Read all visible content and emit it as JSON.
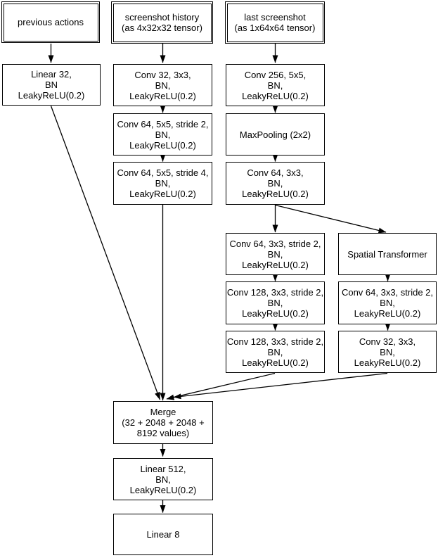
{
  "diagram": {
    "colors": {
      "line": "#000000",
      "background": "#ffffff",
      "text": "#000000"
    },
    "nodes": {
      "previous_actions": {
        "line1": "previous actions"
      },
      "screenshot_history": {
        "line1": "screenshot history",
        "line2": "(as 4x32x32 tensor)"
      },
      "last_screenshot": {
        "line1": "last screenshot",
        "line2": "(as 1x64x64 tensor)"
      },
      "linear_32": {
        "line1": "Linear 32,",
        "line2": "BN",
        "line3": "LeakyReLU(0.2)"
      },
      "conv_32_3x3": {
        "line1": "Conv 32, 3x3,",
        "line2": "BN,",
        "line3": "LeakyReLU(0.2)"
      },
      "conv_256_5x5": {
        "line1": "Conv 256, 5x5,",
        "line2": "BN,",
        "line3": "LeakyReLU(0.2)"
      },
      "conv_64_5x5_s2": {
        "line1": "Conv 64, 5x5, stride 2,",
        "line2": "BN,",
        "line3": "LeakyReLU(0.2)"
      },
      "maxpooling": {
        "line1": "MaxPooling (2x2)"
      },
      "conv_64_5x5_s4": {
        "line1": "Conv 64, 5x5, stride 4,",
        "line2": "BN,",
        "line3": "LeakyReLU(0.2)"
      },
      "conv_64_3x3": {
        "line1": "Conv 64, 3x3,",
        "line2": "BN,",
        "line3": "LeakyReLU(0.2)"
      },
      "conv_64_3x3_s2_left": {
        "line1": "Conv 64, 3x3, stride 2,",
        "line2": "BN,",
        "line3": "LeakyReLU(0.2)"
      },
      "spatial_transformer": {
        "line1": "Spatial Transformer"
      },
      "conv_128_3x3_s2_upper": {
        "line1": "Conv 128, 3x3, stride 2,",
        "line2": "BN,",
        "line3": "LeakyReLU(0.2)"
      },
      "conv_64_3x3_s2_right": {
        "line1": "Conv 64, 3x3, stride 2,",
        "line2": "BN,",
        "line3": "LeakyReLU(0.2)"
      },
      "conv_128_3x3_s2_lower": {
        "line1": "Conv 128, 3x3, stride 2,",
        "line2": "BN,",
        "line3": "LeakyReLU(0.2)"
      },
      "conv_32_3x3_right": {
        "line1": "Conv 32, 3x3,",
        "line2": "BN,",
        "line3": "LeakyReLU(0.2)"
      },
      "merge": {
        "line1": "Merge",
        "line2": "(32 + 2048 + 2048 +",
        "line3": "8192 values)"
      },
      "linear_512": {
        "line1": "Linear 512,",
        "line2": "BN,",
        "line3": "LeakyReLU(0.2)"
      },
      "linear_8": {
        "line1": "Linear 8"
      }
    },
    "edges": [
      {
        "from": "previous_actions",
        "to": "linear_32"
      },
      {
        "from": "screenshot_history",
        "to": "conv_32_3x3"
      },
      {
        "from": "last_screenshot",
        "to": "conv_256_5x5"
      },
      {
        "from": "conv_32_3x3",
        "to": "conv_64_5x5_s2"
      },
      {
        "from": "conv_256_5x5",
        "to": "maxpooling"
      },
      {
        "from": "conv_64_5x5_s2",
        "to": "conv_64_5x5_s4"
      },
      {
        "from": "maxpooling",
        "to": "conv_64_3x3"
      },
      {
        "from": "conv_64_3x3",
        "to": "conv_64_3x3_s2_left"
      },
      {
        "from": "conv_64_3x3",
        "to": "spatial_transformer"
      },
      {
        "from": "conv_64_3x3_s2_left",
        "to": "conv_128_3x3_s2_upper"
      },
      {
        "from": "spatial_transformer",
        "to": "conv_64_3x3_s2_right"
      },
      {
        "from": "conv_128_3x3_s2_upper",
        "to": "conv_128_3x3_s2_lower"
      },
      {
        "from": "conv_64_3x3_s2_right",
        "to": "conv_32_3x3_right"
      },
      {
        "from": "linear_32",
        "to": "merge"
      },
      {
        "from": "conv_64_5x5_s4",
        "to": "merge"
      },
      {
        "from": "conv_128_3x3_s2_lower",
        "to": "merge"
      },
      {
        "from": "conv_32_3x3_right",
        "to": "merge"
      },
      {
        "from": "merge",
        "to": "linear_512"
      },
      {
        "from": "linear_512",
        "to": "linear_8"
      }
    ]
  }
}
